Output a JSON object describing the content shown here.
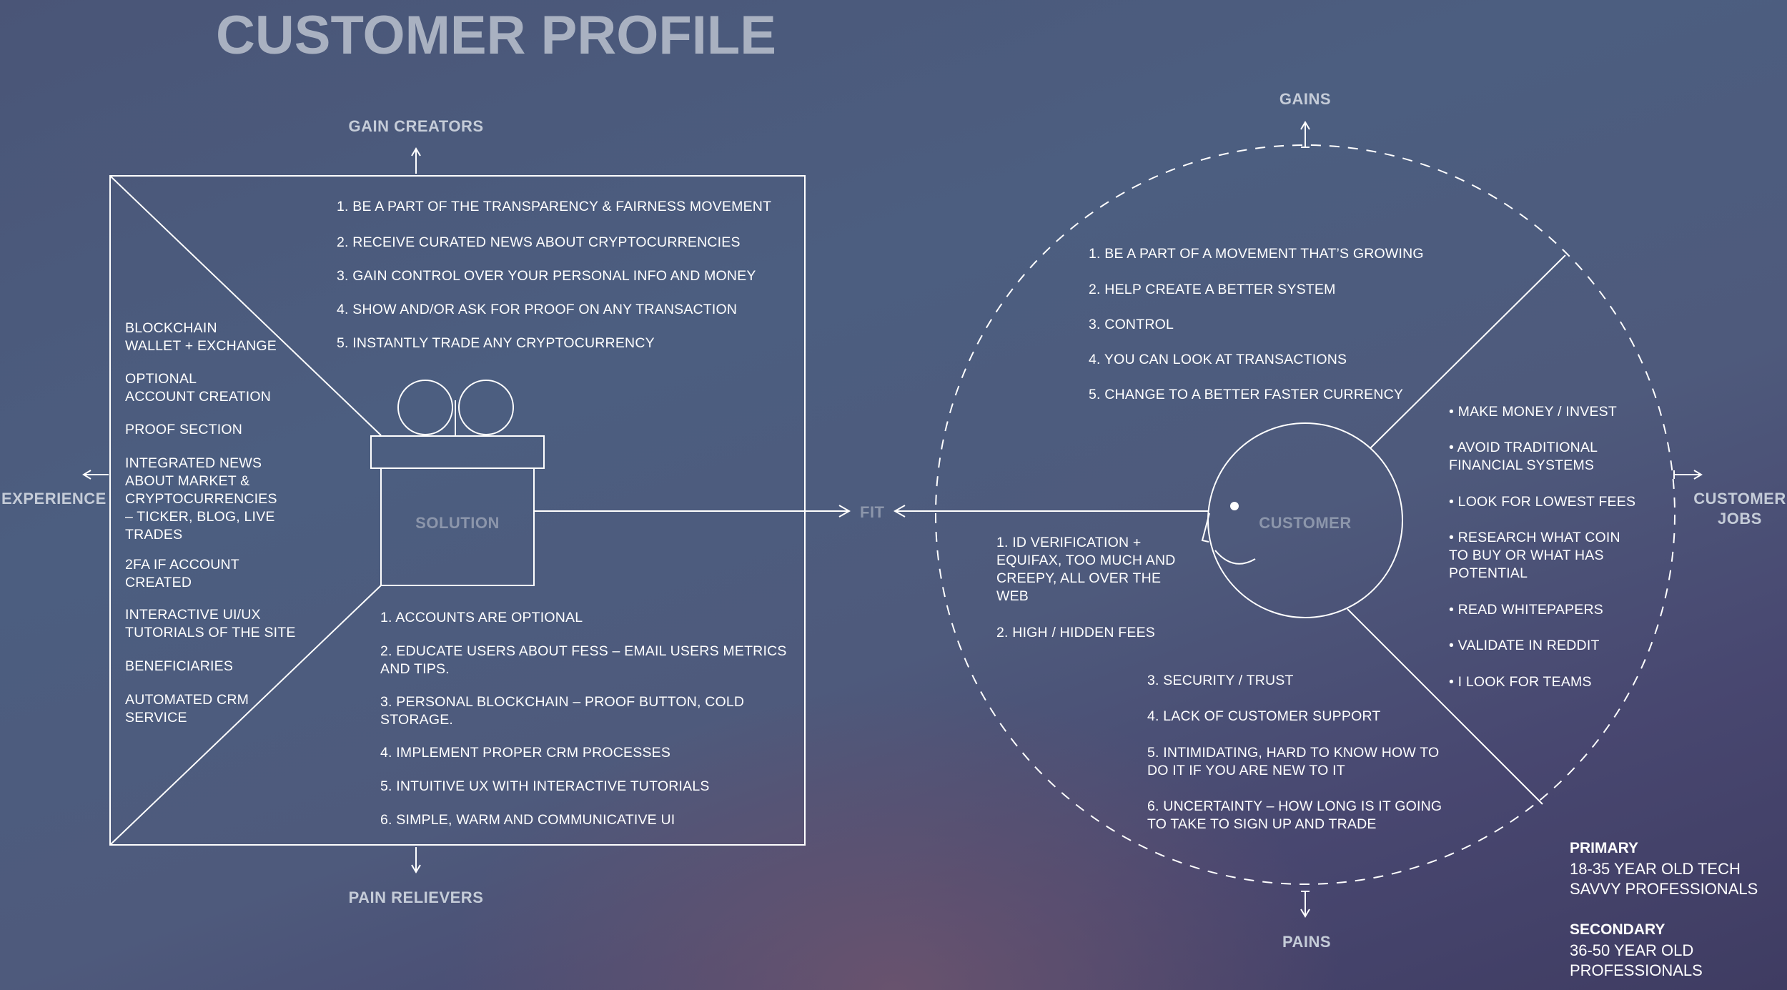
{
  "title": "CUSTOMER PROFILE",
  "labels": {
    "gain_creators": "GAIN CREATORS",
    "pain_relievers": "PAIN RELIEVERS",
    "experience": "EXPERIENCE",
    "solution": "SOLUTION",
    "fit": "FIT",
    "customer": "CUSTOMER",
    "gains": "GAINS",
    "pains": "PAINS",
    "customer_jobs": [
      "CUSTOMER",
      "JOBS"
    ]
  },
  "gain_creators_list": [
    "1.  BE A PART OF THE TRANSPARENCY & FAIRNESS MOVEMENT",
    "2.  RECEIVE CURATED NEWS ABOUT CRYPTOCURRENCIES",
    "3.  GAIN CONTROL OVER YOUR PERSONAL INFO AND MONEY",
    "4.  SHOW AND/OR ASK FOR PROOF ON ANY TRANSACTION",
    "5.  INSTANTLY TRADE ANY CRYPTOCURRENCY"
  ],
  "products_services": [
    [
      "BLOCKCHAIN",
      "WALLET + EXCHANGE"
    ],
    [
      "OPTIONAL",
      "ACCOUNT CREATION"
    ],
    [
      "PROOF SECTION"
    ],
    [
      "INTEGRATED NEWS",
      "ABOUT MARKET &",
      "CRYPTOCURRENCIES",
      "– TICKER, BLOG, LIVE",
      "TRADES"
    ],
    [
      "2FA IF ACCOUNT",
      "CREATED"
    ],
    [
      "INTERACTIVE UI/UX",
      "TUTORIALS OF THE SITE"
    ],
    [
      "BENEFICIARIES"
    ],
    [
      "AUTOMATED CRM",
      "SERVICE"
    ]
  ],
  "pain_relievers_list": [
    [
      "1. ACCOUNTS ARE OPTIONAL"
    ],
    [
      "2. EDUCATE USERS ABOUT FESS – EMAIL USERS METRICS",
      "AND TIPS."
    ],
    [
      "3. PERSONAL BLOCKCHAIN – PROOF BUTTON, COLD",
      "STORAGE."
    ],
    [
      "4. IMPLEMENT PROPER CRM PROCESSES"
    ],
    [
      "5. INTUITIVE UX WITH INTERACTIVE TUTORIALS"
    ],
    [
      "6. SIMPLE, WARM AND COMMUNICATIVE UI"
    ]
  ],
  "gains_list": [
    "1.  BE A PART OF A MOVEMENT THAT’S GROWING",
    "2.  HELP CREATE A BETTER SYSTEM",
    "3.  CONTROL",
    "4.  YOU CAN LOOK AT TRANSACTIONS",
    "5.  CHANGE TO A BETTER FASTER CURRENCY"
  ],
  "customer_jobs_list": [
    [
      "• MAKE MONEY / INVEST"
    ],
    [
      "• AVOID TRADITIONAL",
      "FINANCIAL SYSTEMS"
    ],
    [
      "• LOOK FOR LOWEST FEES"
    ],
    [
      "• RESEARCH WHAT COIN",
      "TO BUY OR WHAT HAS",
      "POTENTIAL"
    ],
    [
      "• READ WHITEPAPERS"
    ],
    [
      "• VALIDATE IN REDDIT"
    ],
    [
      "• I LOOK FOR TEAMS"
    ]
  ],
  "pains_list_left": [
    [
      "1.  ID VERIFICATION +",
      "EQUIFAX, TOO MUCH AND",
      "CREEPY, ALL OVER THE",
      "WEB"
    ],
    [
      "2.  HIGH / HIDDEN FEES"
    ]
  ],
  "pains_list_bottom": [
    [
      "3.  SECURITY / TRUST"
    ],
    [
      "4.  LACK OF CUSTOMER SUPPORT"
    ],
    [
      "5.  INTIMIDATING, HARD TO KNOW HOW TO",
      "DO IT IF YOU ARE NEW TO IT"
    ],
    [
      "6.  UNCERTAINTY – HOW LONG IS IT GOING",
      "TO TAKE TO SIGN UP AND TRADE"
    ]
  ],
  "segments": {
    "primary_label": "PRIMARY",
    "primary_text": [
      "18-35 YEAR OLD TECH",
      "SAVVY PROFESSIONALS"
    ],
    "secondary_label": "SECONDARY",
    "secondary_text": [
      "36-50 YEAR OLD",
      "PROFESSIONALS"
    ]
  }
}
